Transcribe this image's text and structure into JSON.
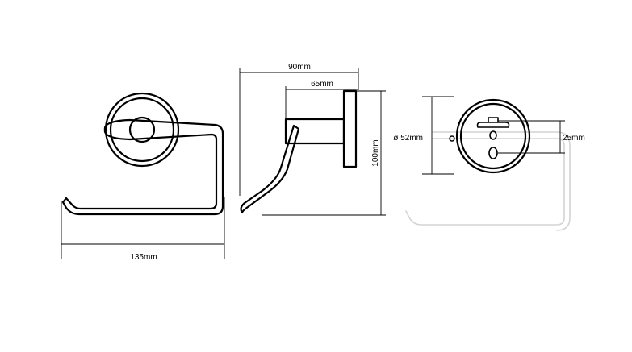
{
  "dimensions": {
    "width_front": "135mm",
    "depth_total": "90mm",
    "depth_arm": "65mm",
    "height": "100mm",
    "rosette_diameter": "ø 52mm",
    "hole_spacing": "25mm"
  },
  "views": [
    "front-view",
    "side-view",
    "back-view"
  ]
}
